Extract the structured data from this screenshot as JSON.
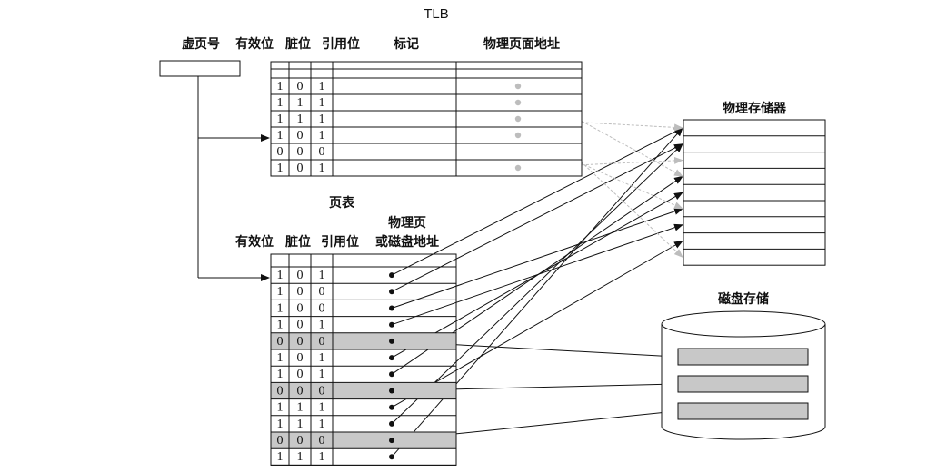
{
  "virtual_page_label": "虚页号",
  "tlb": {
    "title": "TLB",
    "headers": [
      "有效位",
      "脏位",
      "引用位",
      "标记",
      "物理页面地址"
    ],
    "rows": [
      [
        "1",
        "0",
        "1"
      ],
      [
        "1",
        "1",
        "1"
      ],
      [
        "1",
        "1",
        "1"
      ],
      [
        "1",
        "0",
        "1"
      ],
      [
        "0",
        "0",
        "0"
      ],
      [
        "1",
        "0",
        "1"
      ]
    ],
    "pointer_rows": [
      0,
      1,
      2,
      3,
      5
    ]
  },
  "page_table": {
    "title": "页表",
    "headers": [
      "有效位",
      "脏位",
      "引用位"
    ],
    "addr_header_line1": "物理页",
    "addr_header_line2": "或磁盘地址",
    "rows": [
      [
        "1",
        "0",
        "1"
      ],
      [
        "1",
        "0",
        "0"
      ],
      [
        "1",
        "0",
        "0"
      ],
      [
        "1",
        "0",
        "1"
      ],
      [
        "0",
        "0",
        "0"
      ],
      [
        "1",
        "0",
        "1"
      ],
      [
        "1",
        "0",
        "1"
      ],
      [
        "0",
        "0",
        "0"
      ],
      [
        "1",
        "1",
        "1"
      ],
      [
        "1",
        "1",
        "1"
      ],
      [
        "0",
        "0",
        "0"
      ],
      [
        "1",
        "1",
        "1"
      ]
    ],
    "to_memory": [
      [
        0,
        0
      ],
      [
        1,
        1
      ],
      [
        2,
        5
      ],
      [
        3,
        6
      ],
      [
        5,
        4
      ],
      [
        6,
        3
      ],
      [
        8,
        7
      ],
      [
        9,
        1
      ],
      [
        11,
        0
      ]
    ],
    "to_disk": [
      [
        4,
        0
      ],
      [
        7,
        1
      ],
      [
        10,
        2
      ]
    ]
  },
  "tlb_to_memory": [
    [
      0,
      3
    ],
    [
      1,
      8
    ],
    [
      2,
      0
    ],
    [
      3,
      5
    ],
    [
      5,
      2
    ]
  ],
  "memory": {
    "title": "物理存储器",
    "rows": 9
  },
  "disk": {
    "title": "磁盘存储",
    "blocks": 3
  },
  "colors": {
    "line": "#111111",
    "shaded_row": "#c8c8c8",
    "tlb_pointer": "#bdbdbd",
    "disk_block": "#c8c8c8"
  }
}
